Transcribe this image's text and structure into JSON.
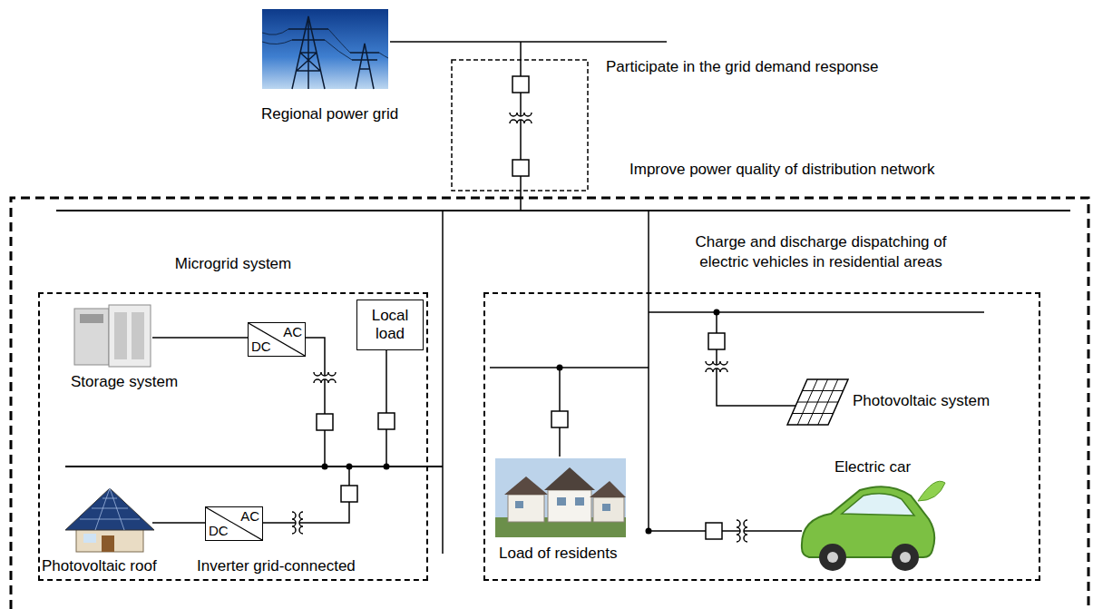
{
  "diagram": {
    "nodes": [
      {
        "text": [
          "Microgrid system"
        ]
      },
      {
        "text": [
          "DC",
          "AC"
        ],
        "in": 0
      },
      {
        "text": [
          "Local load"
        ],
        "in": 0
      },
      {
        "text": [
          "DC",
          "AC"
        ],
        "in": 0
      },
      {
        "text": [
          "Charge and discharge dispatching of electric vehicles in residential areas"
        ]
      }
    ],
    "labels": [
      "Participate in the grid demand response",
      "Regional power grid",
      "Improve power quality of distribution network",
      "Storage system",
      "Photovoltaic roof",
      "Inverter grid-connected",
      "Photovoltaic system",
      "Electric car",
      "Load of residents"
    ]
  }
}
